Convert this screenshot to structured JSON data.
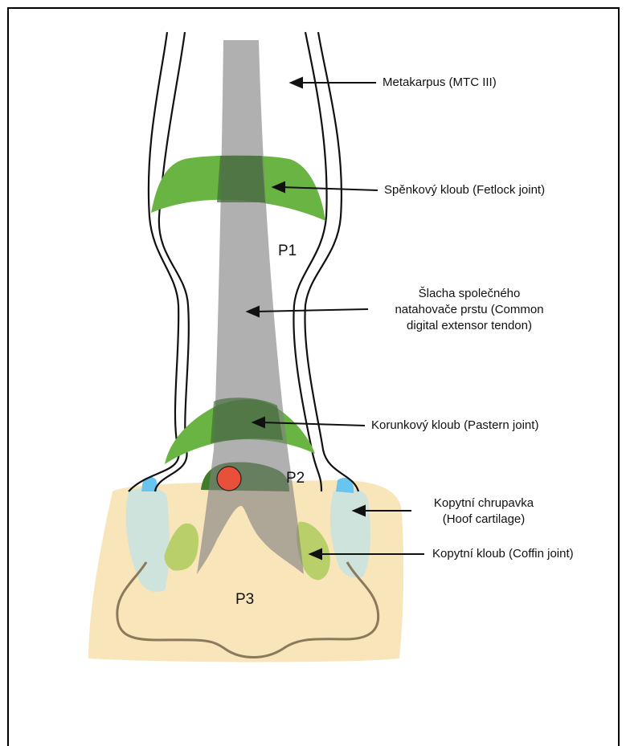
{
  "labels": {
    "metacarpus": "Metakarpus (MTC III)",
    "fetlock": "Spěnkový kloub (Fetlock joint)",
    "tendon_1": "Šlacha společného",
    "tendon_2": "natahovače prstu (Common",
    "tendon_3": "digital extensor tendon)",
    "pastern": "Korunkový kloub (Pastern joint)",
    "cartilage_1": "Kopytní chrupavka",
    "cartilage_2": "(Hoof cartilage)",
    "coffin": "Kopytní kloub (Coffin joint)"
  },
  "bones": {
    "p1": "P1",
    "p2": "P2",
    "p3": "P3"
  },
  "colors": {
    "joint_light": "#6ab444",
    "joint_dark": "#3f7d2b",
    "tendon": "#9c9c9c",
    "hoof": "#f8e1ae",
    "cartilage": "#c8e2df",
    "cartilage_tip": "#69c4f0",
    "marker": "#e8503a"
  }
}
